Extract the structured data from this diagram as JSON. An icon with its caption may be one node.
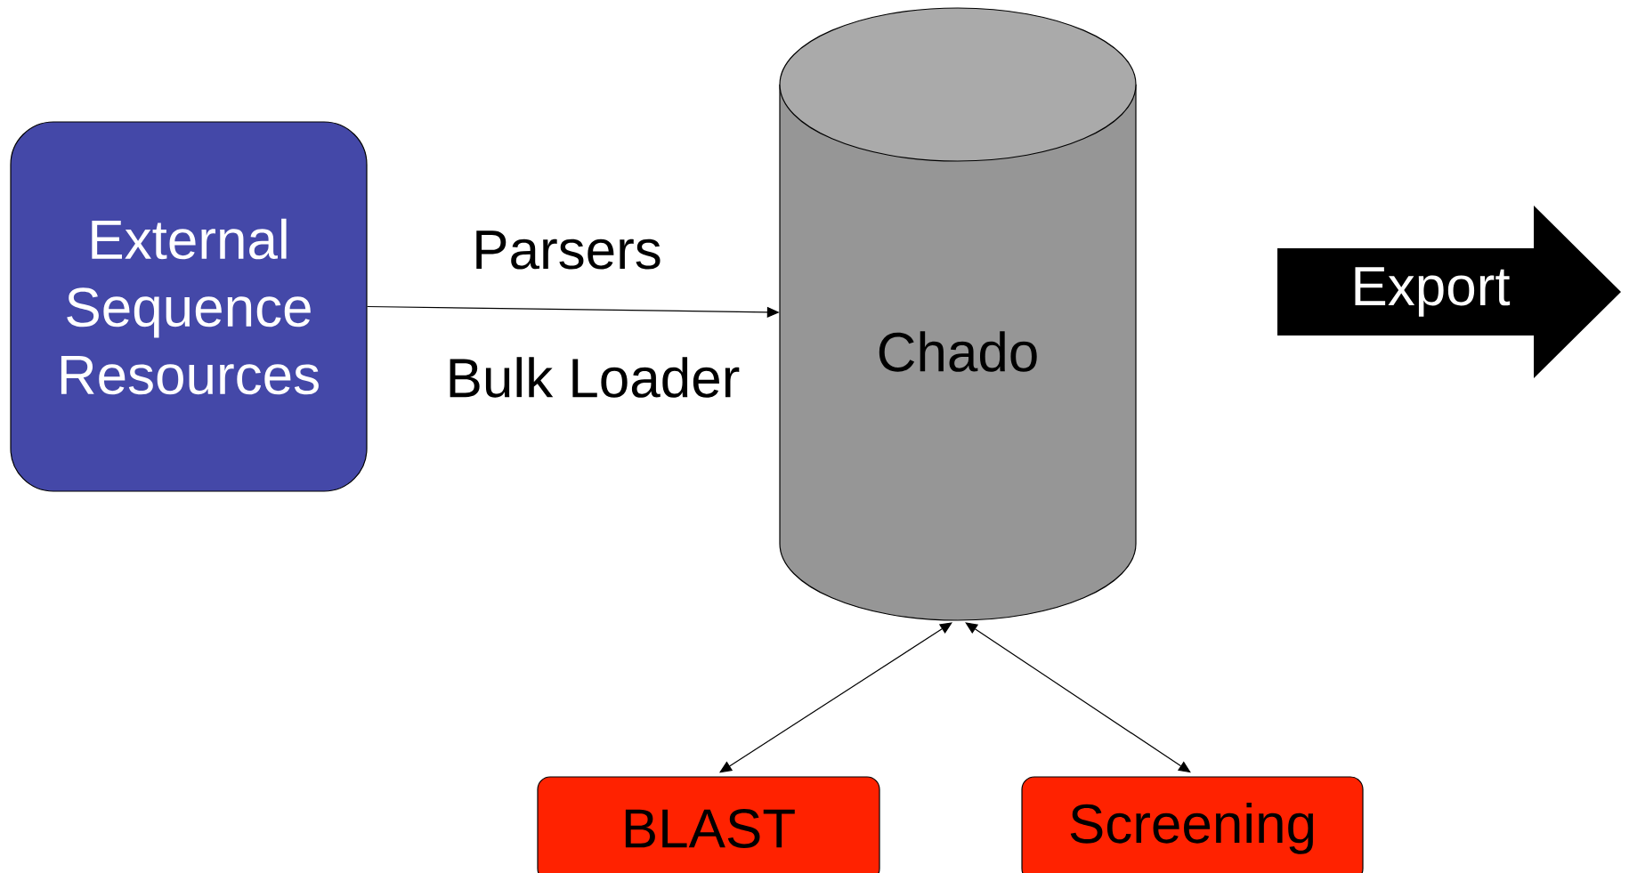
{
  "diagram": {
    "nodes": [
      {
        "text": [
          "External Sequence Resources"
        ]
      },
      {
        "text": [
          "Chado"
        ]
      },
      {
        "text": [
          "Export"
        ]
      },
      {
        "text": [
          "BLAST"
        ]
      },
      {
        "text": [
          "Screening"
        ]
      }
    ],
    "edges": [
      {
        "from": 0,
        "to": 1,
        "arrow": "to"
      },
      {
        "from": 3,
        "to": 1,
        "arrow": "both"
      },
      {
        "from": 4,
        "to": 1,
        "arrow": "both"
      }
    ],
    "labels": [
      "Parsers",
      "Bulk Loader"
    ]
  }
}
